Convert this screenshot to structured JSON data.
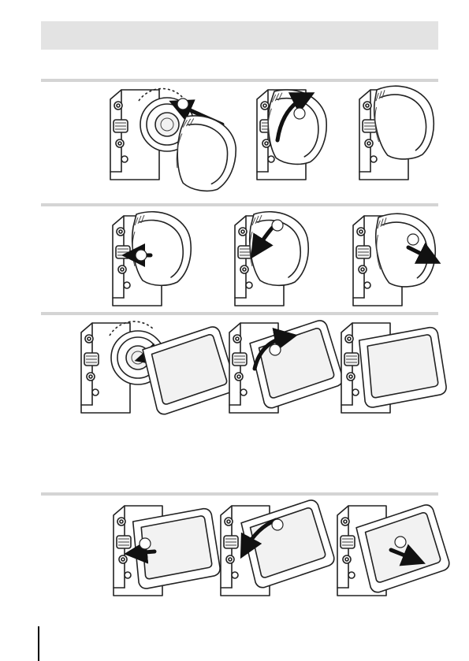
{
  "page": {
    "header_bar": "",
    "illustrations": [
      {
        "id": "attach-lens-cap-step1",
        "icon": "camera-lens-cap-push-illustration"
      },
      {
        "id": "attach-lens-cap-step2",
        "icon": "camera-lens-cap-rotate-illustration"
      },
      {
        "id": "attach-lens-cap-step3",
        "icon": "camera-lens-cap-attached-illustration"
      },
      {
        "id": "remove-lens-cap-step1",
        "icon": "camera-lens-cap-release-button-illustration"
      },
      {
        "id": "remove-lens-cap-step2",
        "icon": "camera-lens-cap-rotate-off-illustration"
      },
      {
        "id": "remove-lens-cap-step3",
        "icon": "camera-lens-cap-pull-off-illustration"
      },
      {
        "id": "attach-filter-step1",
        "icon": "camera-filter-push-illustration"
      },
      {
        "id": "attach-filter-step2",
        "icon": "camera-filter-rotate-illustration"
      },
      {
        "id": "attach-filter-step3",
        "icon": "camera-filter-attached-illustration"
      },
      {
        "id": "remove-filter-step1",
        "icon": "camera-filter-release-button-illustration"
      },
      {
        "id": "remove-filter-step2",
        "icon": "camera-filter-rotate-off-illustration"
      },
      {
        "id": "remove-filter-step3",
        "icon": "camera-filter-pull-off-illustration"
      }
    ]
  }
}
